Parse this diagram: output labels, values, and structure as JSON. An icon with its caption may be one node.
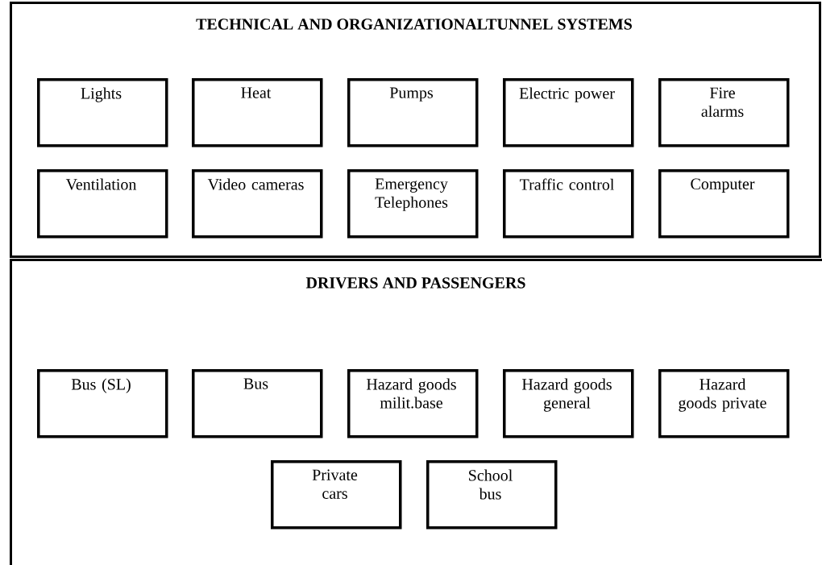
{
  "diagram": {
    "nodes": [
      {
        "text": [
          "TECHNICAL AND ORGANIZATIONALTUNNEL SYSTEMS"
        ]
      },
      {
        "text": [
          "Lights"
        ],
        "in": 0
      },
      {
        "text": [
          "Heat"
        ],
        "in": 0
      },
      {
        "text": [
          "Pumps"
        ],
        "in": 0
      },
      {
        "text": [
          "Electric power"
        ],
        "in": 0
      },
      {
        "text": [
          "Fire alarms"
        ],
        "in": 0
      },
      {
        "text": [
          "Ventilation"
        ],
        "in": 0
      },
      {
        "text": [
          "Video cameras"
        ],
        "in": 0
      },
      {
        "text": [
          "Emergency Telephones"
        ],
        "in": 0
      },
      {
        "text": [
          "Traffic control"
        ],
        "in": 0
      },
      {
        "text": [
          "Computer"
        ],
        "in": 0
      },
      {
        "text": [
          "DRIVERS AND PASSENGERS"
        ]
      },
      {
        "text": [
          "Bus (SL)"
        ],
        "in": 11
      },
      {
        "text": [
          "Bus"
        ],
        "in": 11
      },
      {
        "text": [
          "Hazard goods milit.base"
        ],
        "in": 11
      },
      {
        "text": [
          "Hazard goods general"
        ],
        "in": 11
      },
      {
        "text": [
          "Hazard goods private"
        ],
        "in": 11
      },
      {
        "text": [
          "Private cars"
        ],
        "in": 11
      },
      {
        "text": [
          "School bus"
        ],
        "in": 11
      }
    ],
    "edges": []
  }
}
